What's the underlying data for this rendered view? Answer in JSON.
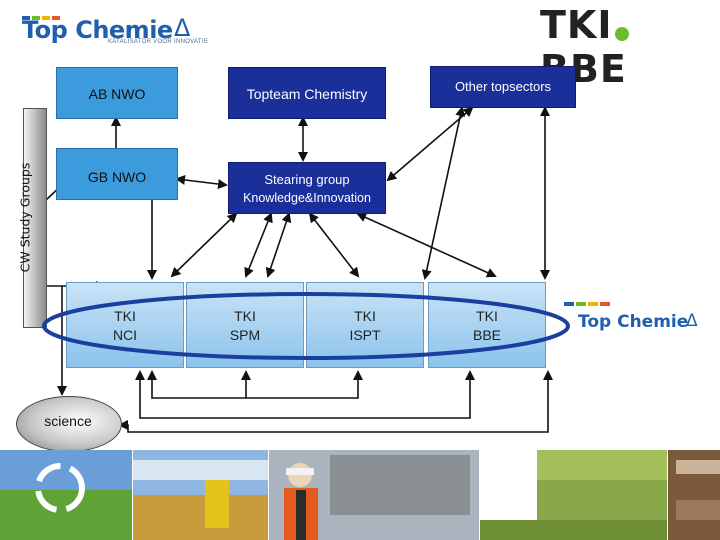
{
  "header": {
    "left_logo": {
      "name": "Top Chemie",
      "tagline": "KATALISATOR VOOR INNOVATIE",
      "delta": "Δ"
    },
    "right_logo": {
      "left": "TKI",
      "right": "BBE"
    }
  },
  "boxes": {
    "ab_nwo": "AB NWO",
    "topteam": "Topteam Chemistry",
    "other_topsectors": "Other topsectors",
    "gb_nwo": "GB NWO",
    "stearing_line1": "Stearing group",
    "stearing_line2": "Knowledge&Innovation"
  },
  "sidebar": {
    "label": "CW Study Groups"
  },
  "tki_boxes": [
    {
      "line1": "TKI",
      "line2": "NCI"
    },
    {
      "line1": "TKI",
      "line2": "SPM"
    },
    {
      "line1": "TKI",
      "line2": "ISPT"
    },
    {
      "line1": "TKI",
      "line2": "BBE"
    }
  ],
  "science": "science",
  "side_logo": {
    "name": "Top Chemie",
    "delta": "Δ"
  },
  "colors": {
    "light_box": "#3c9bdc",
    "dark_box": "#1a2f9a",
    "tki_box": "#b3d7f2",
    "ellipse_outline": "#1b3fa0",
    "logo_blue": "#1f5fae",
    "logo_green": "#6dbb2e"
  }
}
